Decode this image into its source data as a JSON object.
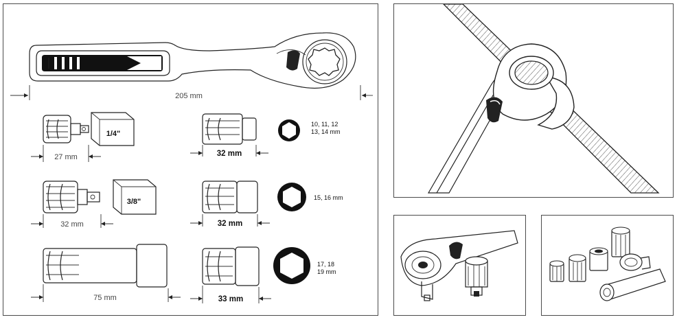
{
  "main_panel": {
    "wrench_length": "205 mm",
    "rows": [
      {
        "adapter_length": "27 mm",
        "adapter_drive": "1/4\"",
        "socket_length": "32 mm",
        "socket_sizes_line1": "10, 11, 12",
        "socket_sizes_line2": "13, 14 mm"
      },
      {
        "adapter_length": "32 mm",
        "adapter_drive": "3/8\"",
        "socket_length": "32 mm",
        "socket_sizes_line1": "15, 16 mm",
        "socket_sizes_line2": ""
      },
      {
        "extension_length": "75 mm",
        "socket_length": "33 mm",
        "socket_sizes_line1": "17, 18",
        "socket_sizes_line2": "19 mm"
      }
    ]
  },
  "colors": {
    "line": "#222222",
    "panel_border": "#4a4a4a",
    "hex_fill": "#111111"
  },
  "icons": [
    "ratchet-wrench-icon",
    "socket-adapter-icon",
    "square-drive-icon",
    "hex-socket-icon",
    "wrench-on-pipe-illustration",
    "ratchet-with-adapter-illustration",
    "socket-set-illustration"
  ]
}
